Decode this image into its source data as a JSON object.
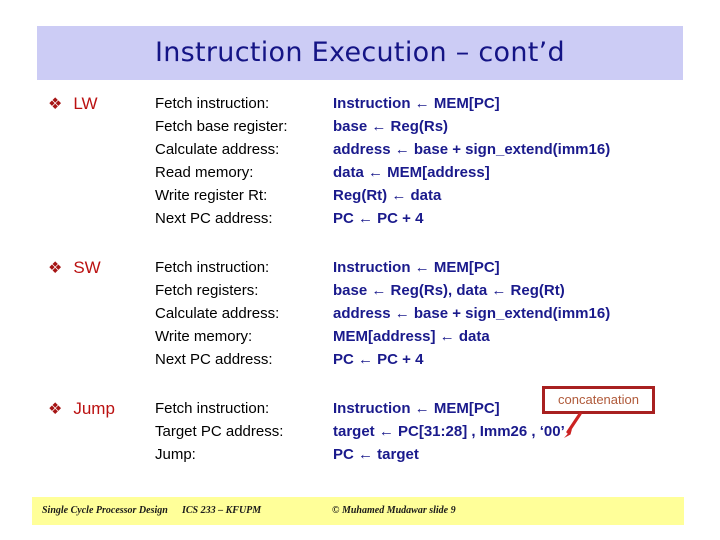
{
  "slide": {
    "title": "Instruction Execution – cont’d",
    "title_bg": "#ccccf5",
    "title_color": "#141485"
  },
  "bullet_glyph": "❖",
  "blocks": [
    {
      "name": "LW",
      "label": "LW",
      "steps": [
        "Fetch instruction:",
        "Fetch base register:",
        "Calculate address:",
        "Read memory:",
        "Write register Rt:",
        "Next PC address:"
      ],
      "rtl": [
        "Instruction ← MEM[PC]",
        "base ← Reg(Rs)",
        "address ← base + sign_extend(imm16)",
        "data ← MEM[address]",
        "Reg(Rt) ← data",
        "PC ← PC + 4"
      ]
    },
    {
      "name": "SW",
      "label": "SW",
      "steps": [
        "Fetch instruction:",
        "Fetch registers:",
        "Calculate address:",
        "Write memory:",
        "Next PC address:"
      ],
      "rtl": [
        "Instruction ← MEM[PC]",
        "base ← Reg(Rs), data ← Reg(Rt)",
        "address ← base + sign_extend(imm16)",
        "MEM[address] ← data",
        "PC ← PC + 4"
      ]
    },
    {
      "name": "Jump",
      "label": "Jump",
      "steps": [
        "Fetch instruction:",
        "Target PC address:",
        "Jump:"
      ],
      "rtl": [
        "Instruction ← MEM[PC]",
        "target ← PC[31:28] , Imm26 , ‘00’",
        "PC ← target"
      ]
    }
  ],
  "callout": {
    "label": "concatenation",
    "border_color": "#a82020",
    "text_color": "#b05a3a",
    "arrow_color": "#cc2222"
  },
  "footer": {
    "course_title": "Single Cycle Processor Design",
    "course_code": "ICS 233 – KFUPM",
    "credit": "© Muhamed Mudawar   slide 9",
    "bg": "#ffff99"
  }
}
